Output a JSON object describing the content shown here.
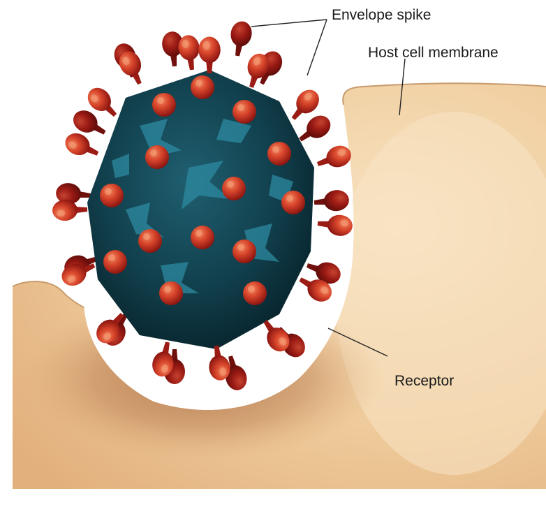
{
  "labels": {
    "envelope_spike": "Envelope spike",
    "host_cell_membrane": "Host cell membrane",
    "receptor": "Receptor"
  },
  "colors": {
    "background": "#ffffff",
    "membrane_outer": "#f0cfa2",
    "membrane_inner": "#f6dfbd",
    "membrane_shadow": "#b07a52",
    "virus_body": "#0f3a45",
    "virus_highlight": "#2f8fa6",
    "spike_dark": "#8e1410",
    "spike_light": "#d84a2e"
  }
}
